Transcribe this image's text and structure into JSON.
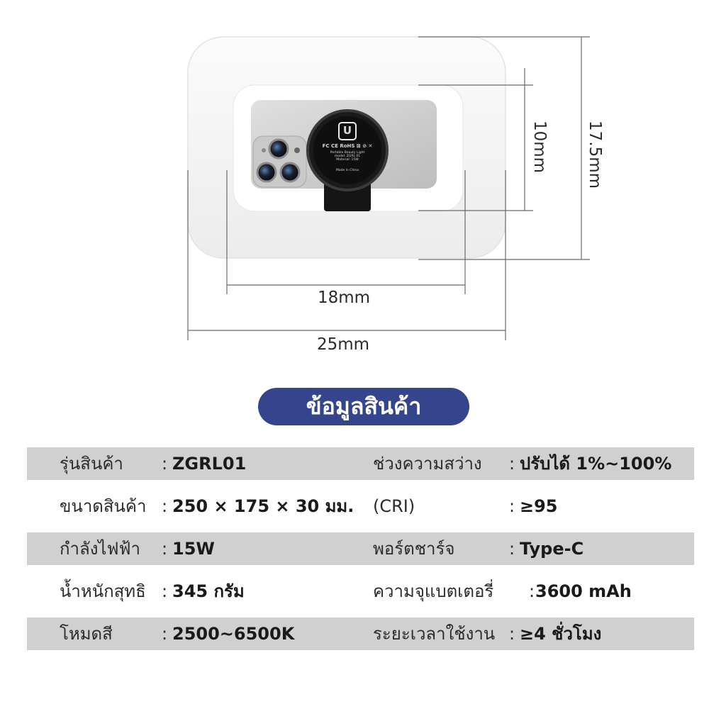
{
  "dimensions": {
    "inner_width": "18mm",
    "outer_width": "25mm",
    "inner_height": "10mm",
    "outer_height": "17.5mm"
  },
  "device": {
    "logo_text": "U",
    "cert_marks": "FC CE RoHS ⊠ ⊘ ✕",
    "model_lines": [
      "Portable Beauty Light",
      "model: ZGRL 01",
      "Material: 15W"
    ],
    "origin": "Made in China"
  },
  "section_title": "ข้อมูลสินค้า",
  "specs": [
    {
      "left_label": "รุ่นสินค้า",
      "left_colon": ":",
      "left_value": "ZGRL01",
      "right_label": "ช่วงความสว่าง",
      "right_colon": ":",
      "right_value": "ปรับได้ 1%~100%"
    },
    {
      "left_label": "ขนาดสินค้า",
      "left_colon": ":",
      "left_value": "250 × 175 × 30 มม.",
      "right_label": "(CRI)",
      "right_colon": ":",
      "right_value": "≥95"
    },
    {
      "left_label": "กำลังไฟฟ้า",
      "left_colon": ":",
      "left_value": "15W",
      "right_label": "พอร์ตชาร์จ",
      "right_colon": ":",
      "right_value": "Type-C"
    },
    {
      "left_label": "น้ำหนักสุทธิ",
      "left_colon": ":",
      "left_value": "345 กรัม",
      "right_label": "ความจุแบตเตอรี่",
      "right_colon": ":",
      "right_value": "3600 mAh"
    },
    {
      "left_label": "โหมดสี",
      "left_colon": ":",
      "left_value": "2500~6500K",
      "right_label": "ระยะเวลาใช้งาน",
      "right_colon": ":",
      "right_value": "≥4 ชั่วโมง"
    }
  ],
  "colors": {
    "title_bg": "#34458e",
    "row_shade": "#d0d0d0",
    "frame": "#f8f8f8",
    "screen": "#cfcfcf"
  }
}
